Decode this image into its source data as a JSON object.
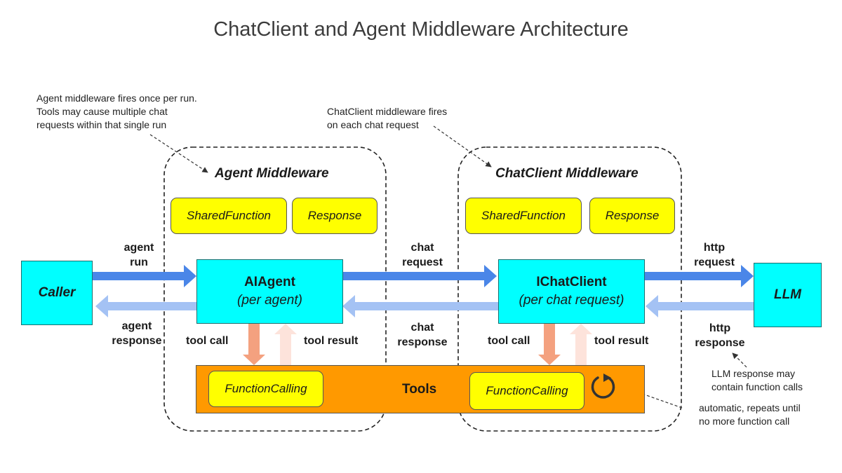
{
  "title": "ChatClient and Agent Middleware Architecture",
  "groups": {
    "agent_middleware": {
      "label": "Agent Middleware",
      "pills": [
        "SharedFunction",
        "Response"
      ]
    },
    "chatclient_middleware": {
      "label": "ChatClient Middleware",
      "pills": [
        "SharedFunction",
        "Response"
      ]
    }
  },
  "nodes": {
    "caller": "Caller",
    "aiagent": {
      "name": "AIAgent",
      "sub": "(per agent)"
    },
    "ichatclient": {
      "name": "IChatClient",
      "sub": "(per chat request)"
    },
    "llm": "LLM",
    "tools": "Tools",
    "function_calling_left": "FunctionCalling",
    "function_calling_right": "FunctionCalling"
  },
  "edge_labels": {
    "agent_run": [
      "agent",
      "run"
    ],
    "agent_response": [
      "agent",
      "response"
    ],
    "chat_request": [
      "chat",
      "request"
    ],
    "chat_response": [
      "chat",
      "response"
    ],
    "http_request": [
      "http",
      "request"
    ],
    "http_response": [
      "http",
      "response"
    ],
    "tool_call_left": "tool call",
    "tool_result_left": "tool result",
    "tool_call_right": "tool call",
    "tool_result_right": "tool result"
  },
  "notes": {
    "agent_note": [
      "Agent middleware fires once per run.",
      "Tools may cause multiple chat",
      "requests within that single run"
    ],
    "chatclient_note": [
      "ChatClient middleware fires",
      "on each chat request"
    ],
    "llm_note": [
      "LLM response may",
      "contain function calls"
    ],
    "loop_note": [
      "automatic, repeats until",
      "no more function call"
    ]
  },
  "icons": {
    "loop": "refresh-icon"
  },
  "colors": {
    "cyan": "#00ffff",
    "yellow": "#ffff00",
    "orange": "#ff9900",
    "forward_arrow": "#4a86e8",
    "back_arrow": "#a4c2f4",
    "tool_call_arrow": "#f4a17f",
    "tool_result_arrow": "#fde3db"
  }
}
